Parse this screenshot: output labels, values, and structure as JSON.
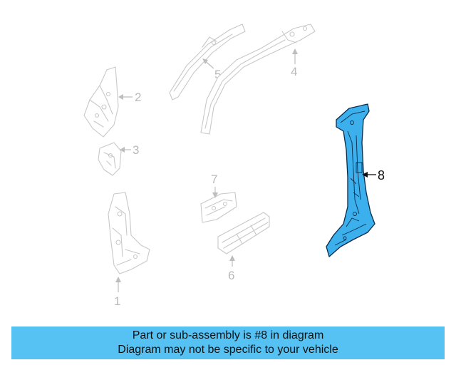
{
  "diagram": {
    "parts": [
      {
        "number": "1",
        "highlighted": false
      },
      {
        "number": "2",
        "highlighted": false
      },
      {
        "number": "3",
        "highlighted": false
      },
      {
        "number": "4",
        "highlighted": false
      },
      {
        "number": "5",
        "highlighted": false
      },
      {
        "number": "6",
        "highlighted": false
      },
      {
        "number": "7",
        "highlighted": false
      },
      {
        "number": "8",
        "highlighted": true
      }
    ],
    "highlight_color": "#3bb0ec",
    "ghost_color": "#c8c8c8"
  },
  "banner": {
    "line1": "Part or sub-assembly is #8 in diagram",
    "line2": "Diagram may not be specific to your vehicle",
    "background": "#55c2f3"
  }
}
